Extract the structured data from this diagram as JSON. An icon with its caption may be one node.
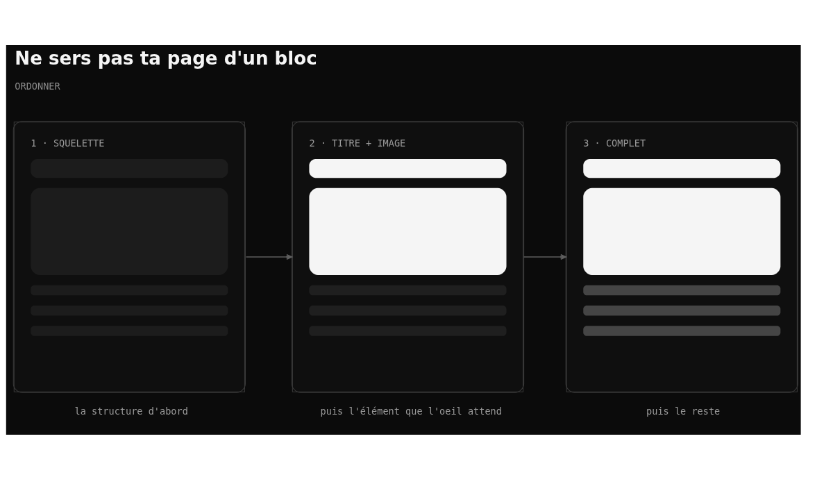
{
  "diagram": {
    "title": "Ne sers pas ta page d'un bloc",
    "nodes": [
      {
        "text": [
          "1 · SQUELETTE"
        ],
        "beside": [
          "la structure d'abord"
        ]
      },
      {
        "text": [
          "2 · TITRE + IMAGE"
        ],
        "beside": [
          "puis l'élément que l'oeil attend"
        ]
      },
      {
        "text": [
          "3 · COMPLET"
        ],
        "beside": [
          "puis le reste"
        ]
      }
    ],
    "edges": [
      {
        "from": 0,
        "to": 1,
        "arrow": "to"
      },
      {
        "from": 1,
        "to": 2,
        "arrow": "to"
      }
    ],
    "labels": [
      "ORDONNER"
    ]
  }
}
